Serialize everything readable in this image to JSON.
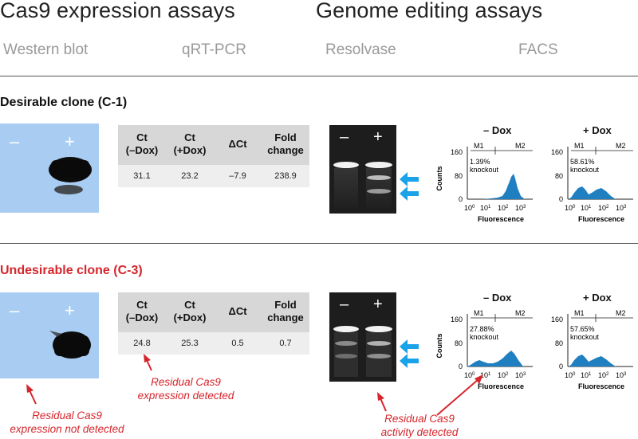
{
  "headings": {
    "cas9_expression": "Cas9 expression assays",
    "genome_editing": "Genome editing assays",
    "western_blot": "Western blot",
    "qrtpcr": "qRT-PCR",
    "resolvase": "Resolvase",
    "facs": "FACS"
  },
  "signs": {
    "minus": "–",
    "plus": "+"
  },
  "table_headers": [
    "Ct\n(–Dox)",
    "Ct\n(+Dox)",
    "ΔCt",
    "Fold\nchange"
  ],
  "facs_labels": {
    "minus_dox": "– Dox",
    "plus_dox": "+ Dox",
    "m1": "M1",
    "m2": "M2",
    "counts": "Counts",
    "fluorescence": "Fluorescence",
    "y_ticks": [
      "160",
      "80",
      "0"
    ]
  },
  "colors": {
    "red": "#d6262c",
    "arrow_blue": "#1aa3e8",
    "blot_blue": "#a9cdf2",
    "facs_blue": "#1f7fc0"
  },
  "clones": [
    {
      "title": "Desirable clone (C-1)",
      "qpcr_values": [
        "31.1",
        "23.2",
        "–7.9",
        "238.9"
      ],
      "facs_minus": {
        "knockout_percent": "1.39%",
        "knockout_label": "knockout",
        "peak": "high"
      },
      "facs_plus": {
        "knockout_percent": "58.61%",
        "knockout_label": "knockout",
        "peak": "low"
      }
    },
    {
      "title": "Undesirable clone (C-3)",
      "qpcr_values": [
        "24.8",
        "25.3",
        "0.5",
        "0.7"
      ],
      "facs_minus": {
        "knockout_percent": "27.88%",
        "knockout_label": "knockout",
        "peak": "mixed"
      },
      "facs_plus": {
        "knockout_percent": "57.65%",
        "knockout_label": "knockout",
        "peak": "low"
      },
      "notes": {
        "western": [
          "Residual Cas9",
          "expression not detected"
        ],
        "qpcr": [
          "Residual Cas9",
          "expression detected"
        ],
        "resolvase": [
          "Residual Cas9",
          "activity detected"
        ]
      }
    }
  ]
}
